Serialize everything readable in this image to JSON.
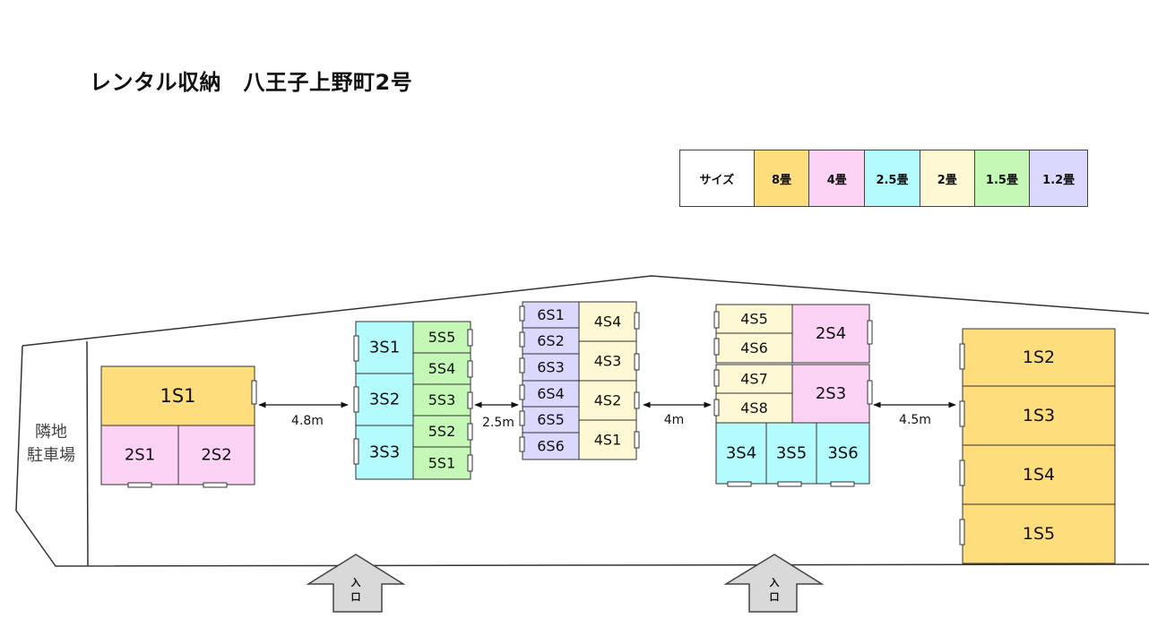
{
  "title": "レンタル収納　八王子上野町2号",
  "legend": {
    "label": "サイズ",
    "items": [
      {
        "label": "8畳",
        "color": "#FEDD7D"
      },
      {
        "label": "4畳",
        "color": "#FCD3F5"
      },
      {
        "label": "2.5畳",
        "color": "#B3FBFD"
      },
      {
        "label": "2畳",
        "color": "#FFF8D4"
      },
      {
        "label": "1.5畳",
        "color": "#C5F7B7"
      },
      {
        "label": "1.2畳",
        "color": "#DBD8FD"
      }
    ]
  },
  "neighbor": {
    "line1": "隣地",
    "line2": "駐車場"
  },
  "entrance": {
    "line1": "入",
    "line2": "口"
  },
  "distances": [
    "4.8m",
    "2.5m",
    "4m",
    "4.5m"
  ],
  "units": {
    "1S1": "1S1",
    "2S1": "2S1",
    "2S2": "2S2",
    "3S1": "3S1",
    "3S2": "3S2",
    "3S3": "3S3",
    "5S5": "5S5",
    "5S4": "5S4",
    "5S3": "5S3",
    "5S2": "5S2",
    "5S1": "5S1",
    "6S1": "6S1",
    "6S2": "6S2",
    "6S3": "6S3",
    "6S4": "6S4",
    "6S5": "6S5",
    "6S6": "6S6",
    "4S4": "4S4",
    "4S3": "4S3",
    "4S2": "4S2",
    "4S1": "4S1",
    "4S5": "4S5",
    "4S6": "4S6",
    "4S7": "4S7",
    "4S8": "4S8",
    "2S4": "2S4",
    "2S3": "2S3",
    "3S4": "3S4",
    "3S5": "3S5",
    "3S6": "3S6",
    "1S2": "1S2",
    "1S3": "1S3",
    "1S4": "1S4",
    "1S5": "1S5"
  }
}
